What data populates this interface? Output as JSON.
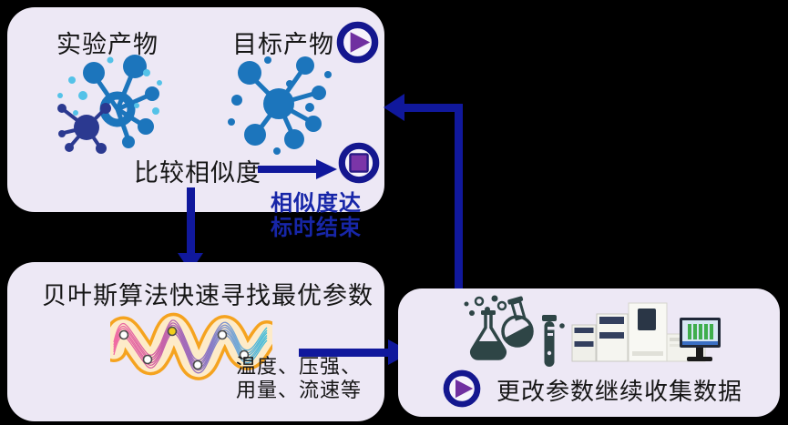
{
  "colors": {
    "background": "#000000",
    "box_bg": "#EDE8F5",
    "arrow": "#10189C",
    "icon_ring": "#14178F",
    "icon_purple": "#7030A0",
    "wave_orange": "#F5A31F",
    "wave_fill": "#FDEBC9",
    "molecule_blue": "#1C75BC",
    "molecule_indigo": "#2B3990",
    "molecule_cyan": "#54C2E8",
    "lab_icon": "#2E4546"
  },
  "compare_box": {
    "experiment_label": "实验产物",
    "target_label": "目标产物",
    "compare_label": "比较相似度",
    "icons": [
      "play-icon",
      "stop-icon",
      "experiment-molecule",
      "target-molecule"
    ]
  },
  "similarity_note": {
    "line1": "相似度达",
    "line2": "标时结束"
  },
  "bayes_box": {
    "title": "贝叶斯算法快速寻找最优参数",
    "params_line1": "温度、压强、",
    "params_line2": "用量、流速等",
    "icons": [
      "gaussian-process-wave"
    ]
  },
  "collect_box": {
    "caption": "更改参数继续收集数据",
    "icons": [
      "play-icon",
      "flask-icon",
      "test-tube-icon",
      "hplc-instrument",
      "monitor"
    ]
  }
}
